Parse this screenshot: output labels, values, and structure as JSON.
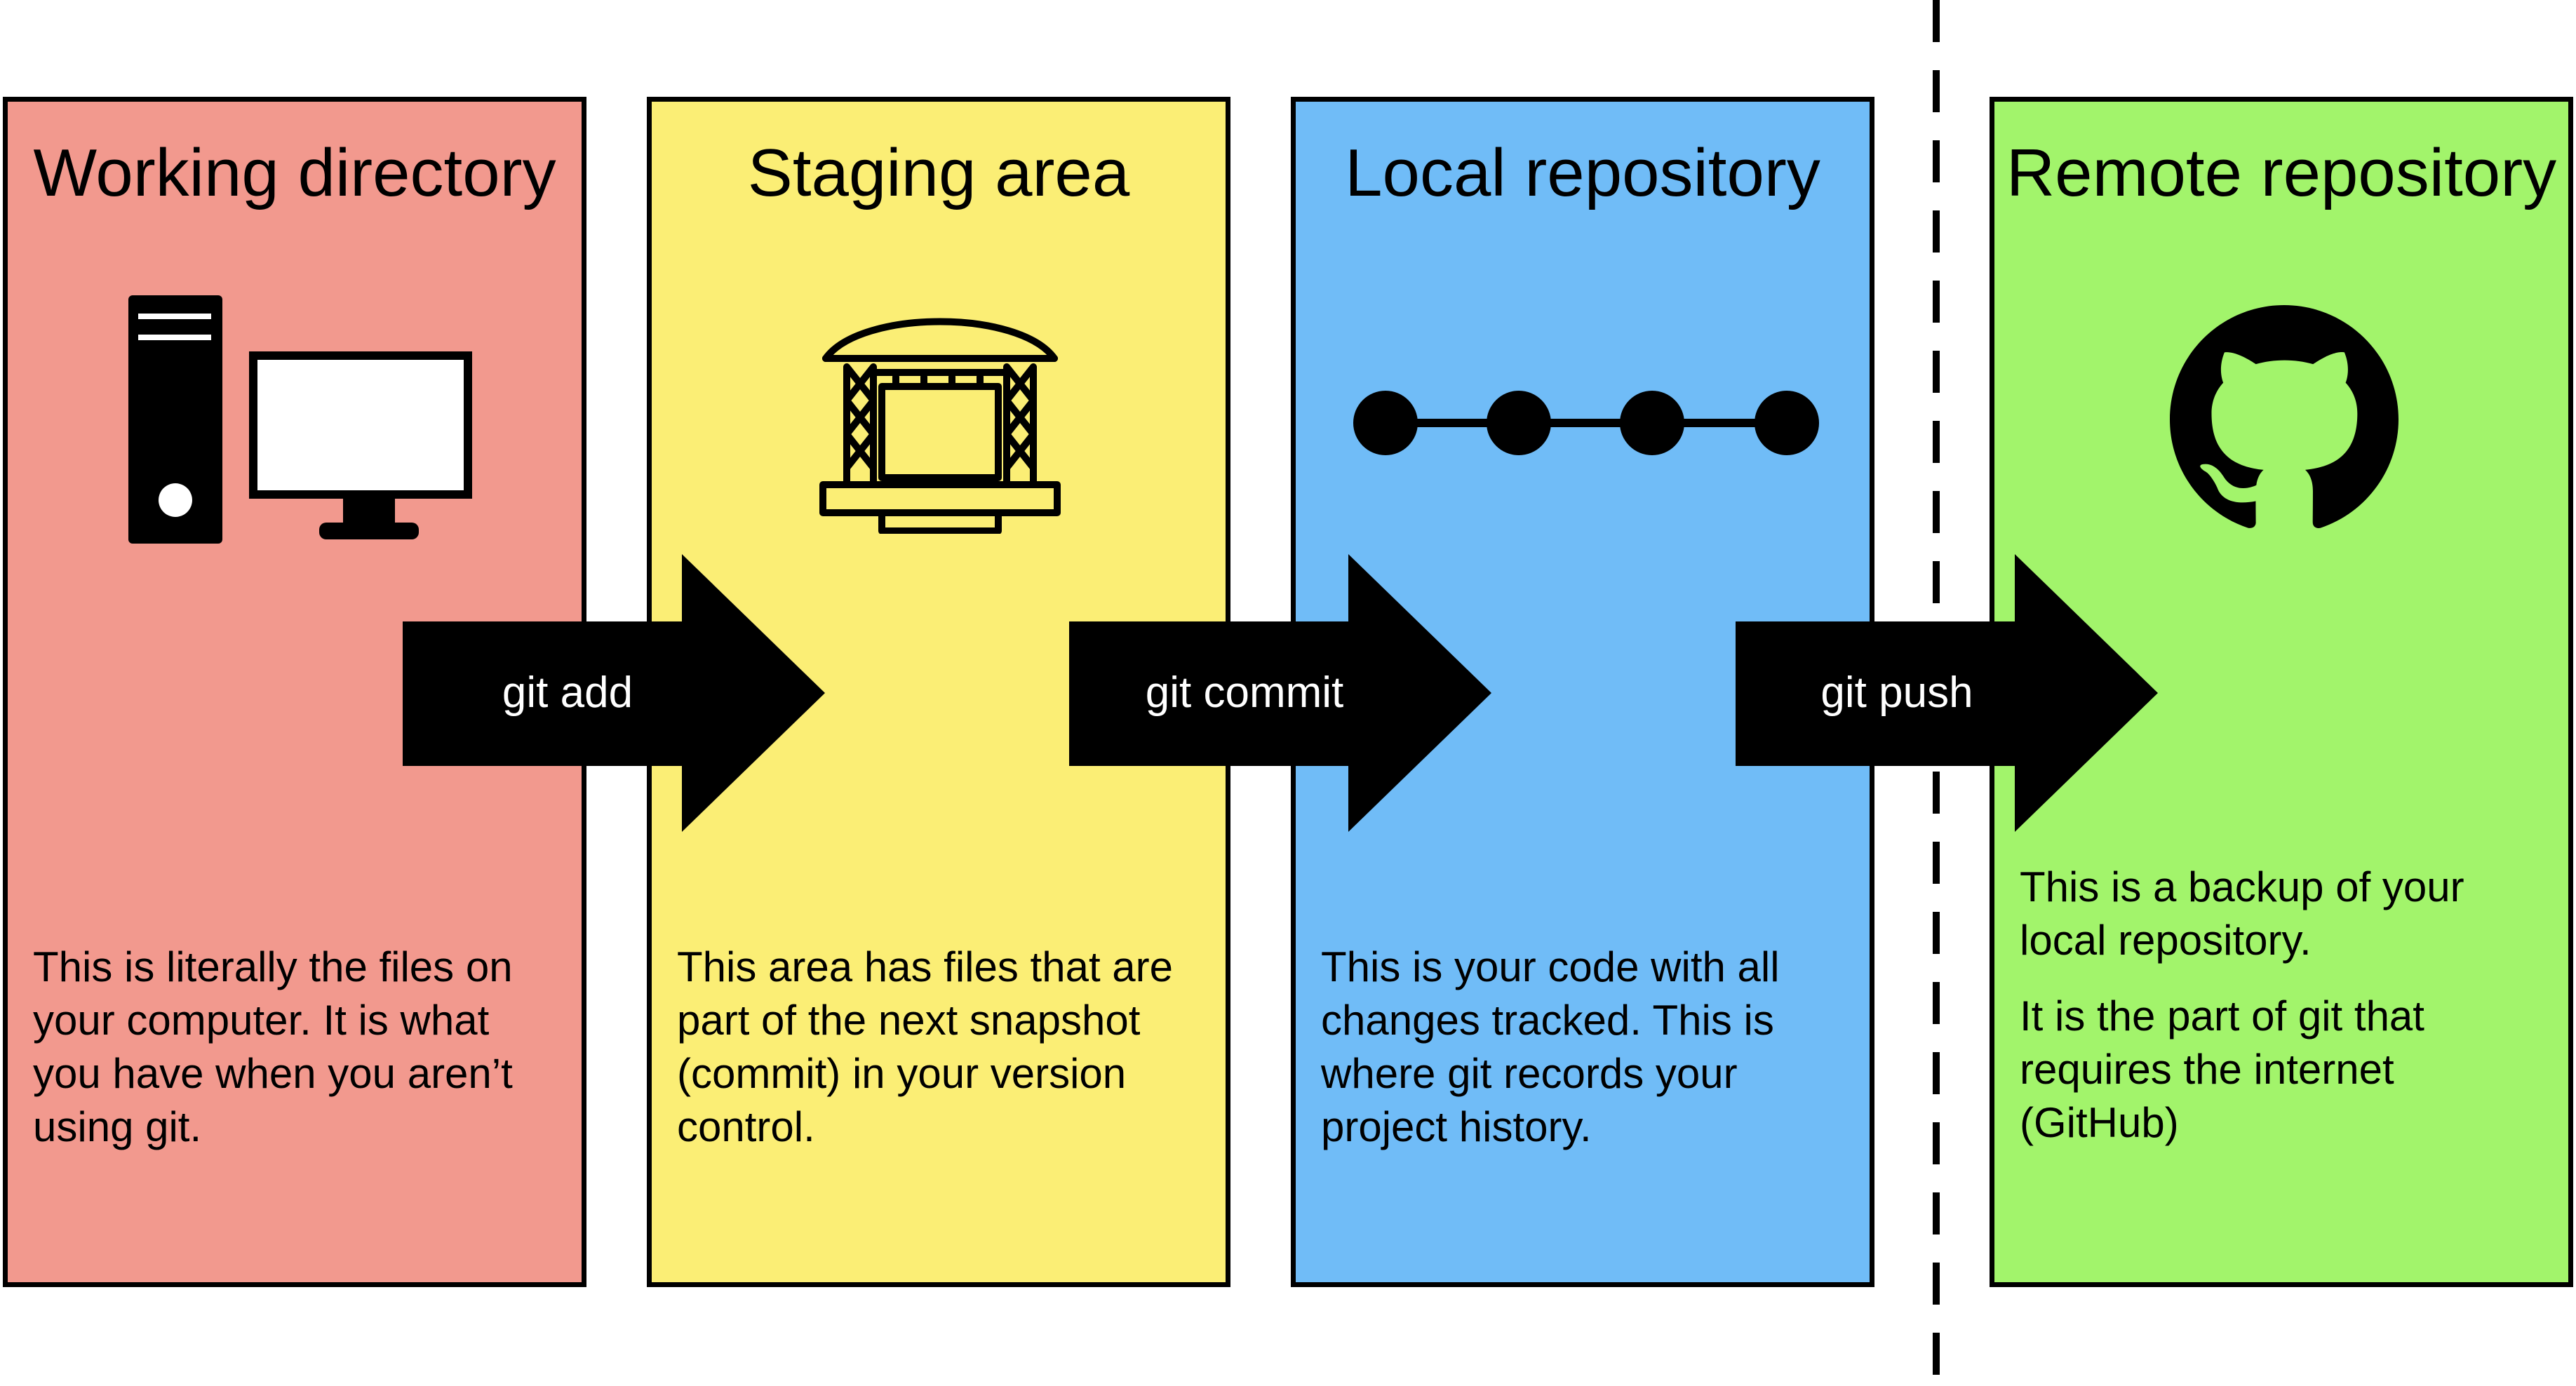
{
  "colors": {
    "working": "#f2998e",
    "staging": "#fbee75",
    "local": "#70bcf7",
    "remote": "#a2f46b",
    "border": "#000000",
    "arrow": "#000000",
    "arrow_text": "#ffffff"
  },
  "panels": [
    {
      "title": "Working directory",
      "icon": "computer-icon",
      "description": [
        "This is literally the files on your computer. It is what you have when you aren’t using git."
      ]
    },
    {
      "title": "Staging area",
      "icon": "stage-icon",
      "description": [
        "This area has files that are part of the next snapshot (commit) in your version control."
      ]
    },
    {
      "title": "Local repository",
      "icon": "commit-history-icon",
      "description": [
        "This is your code with all changes tracked. This is where git records your project history."
      ]
    },
    {
      "title": "Remote repository",
      "icon": "github-icon",
      "description": [
        "This is a backup of your local repository.",
        "It is the part of git that requires the internet (GitHub)"
      ]
    }
  ],
  "arrows": [
    {
      "label": "git add"
    },
    {
      "label": "git commit"
    },
    {
      "label": "git push"
    }
  ]
}
